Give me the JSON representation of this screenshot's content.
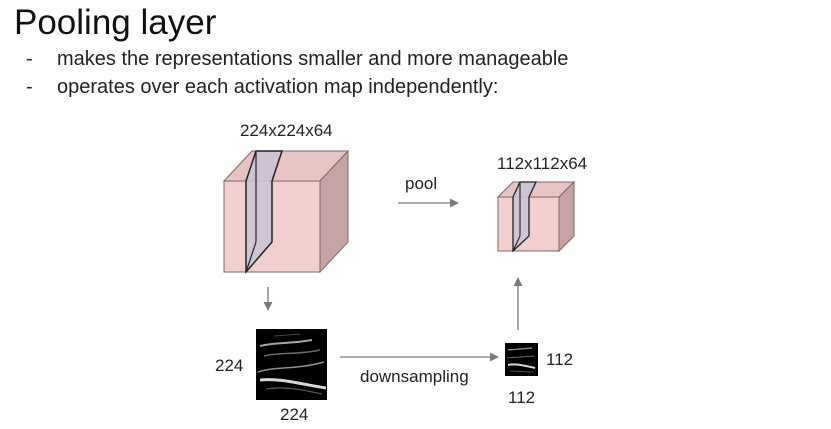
{
  "slide": {
    "title": "Pooling layer",
    "bullets": [
      "makes the representations smaller and more manageable",
      "operates over each activation map independently:"
    ]
  },
  "diagram": {
    "input_volume_label": "224x224x64",
    "output_volume_label": "112x112x64",
    "pool_label": "pool",
    "downsampling_label": "downsampling",
    "input_map_height_label": "224",
    "input_map_width_label": "224",
    "output_map_height_label": "112",
    "output_map_width_label": "112"
  },
  "colors": {
    "cube_front": "#f2cfcf",
    "cube_top": "#e7c3c3",
    "cube_side": "#c8a3a5",
    "slice_fill": "#c9c3d6",
    "arrow": "#7a7a7a"
  }
}
